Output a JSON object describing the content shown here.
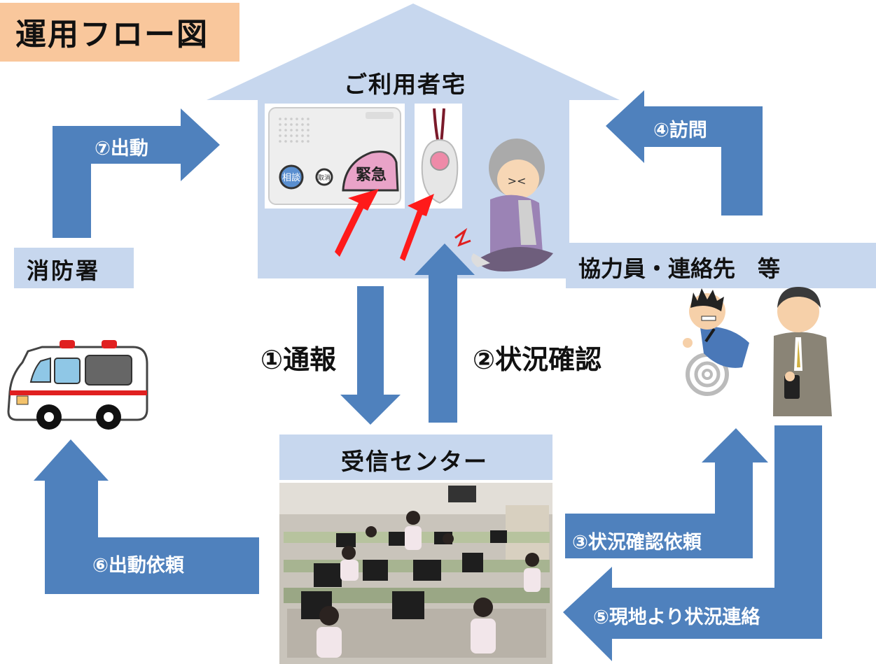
{
  "title": "運用フロー図",
  "nodes": {
    "home": "ご利用者宅",
    "fire_station": "消防署",
    "cooperators": "協力員・連絡先　等",
    "center": "受信センター"
  },
  "arrows": {
    "report": "①通報",
    "check": "②状況確認",
    "check_request": "③状況確認依頼",
    "visit": "④訪問",
    "onsite_report": "⑤現地より状況連絡",
    "dispatch_request": "⑥出動依頼",
    "dispatch": "⑦出動"
  },
  "device": {
    "consult_label": "相談",
    "cancel_label": "取消",
    "emergency_label": "緊急"
  },
  "colors": {
    "arrow": "#4f81bd",
    "light_box": "#c7d7ee",
    "title_bg": "#f9c79c",
    "alert_arrow": "#ff1a1a"
  }
}
